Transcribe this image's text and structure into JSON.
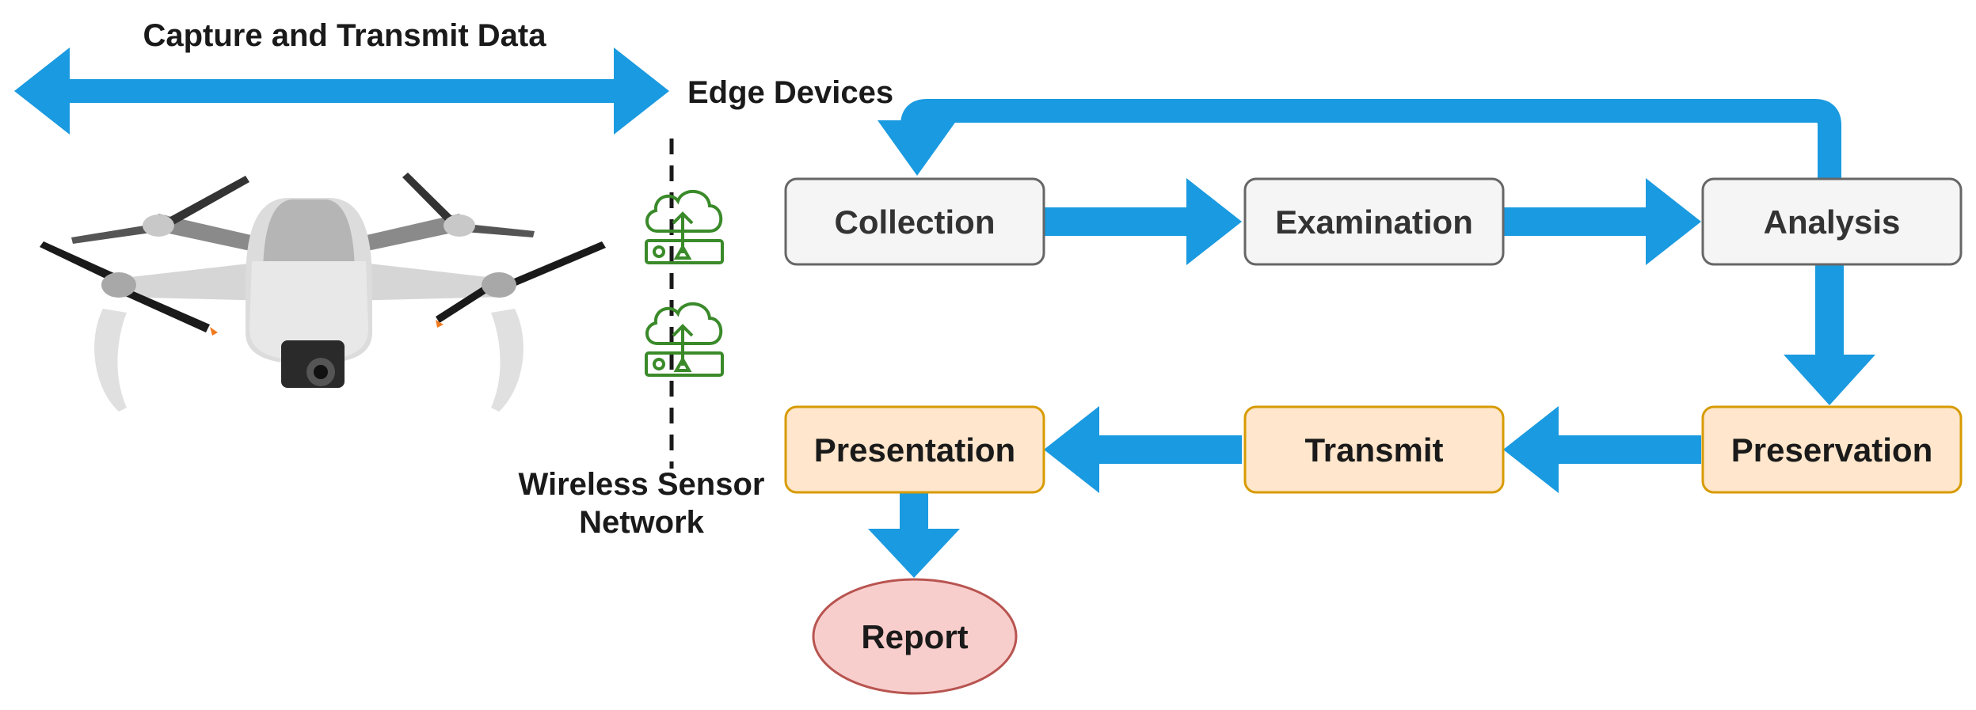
{
  "labels": {
    "capture": "Capture and Transmit Data",
    "edge": "Edge Devices",
    "wsn_line1": "Wireless Sensor",
    "wsn_line2": "Network"
  },
  "nodes": {
    "collection": "Collection",
    "examination": "Examination",
    "analysis": "Analysis",
    "preservation": "Preservation",
    "transmit": "Transmit",
    "presentation": "Presentation",
    "report": "Report"
  },
  "icons": {
    "drone": "drone-icon",
    "cloud_upload": "cloud-upload-server-icon"
  },
  "colors": {
    "arrow": "#1a9ae0",
    "top_box_fill": "#f5f5f5",
    "top_box_stroke": "#666666",
    "top_box_text": "#333333",
    "bottom_box_fill": "#ffe6cc",
    "bottom_box_stroke": "#d79b00",
    "bottom_box_text": "#1a1a1a",
    "report_fill": "#f8cecc",
    "report_stroke": "#b85450",
    "icon_green": "#3a8a2a"
  }
}
